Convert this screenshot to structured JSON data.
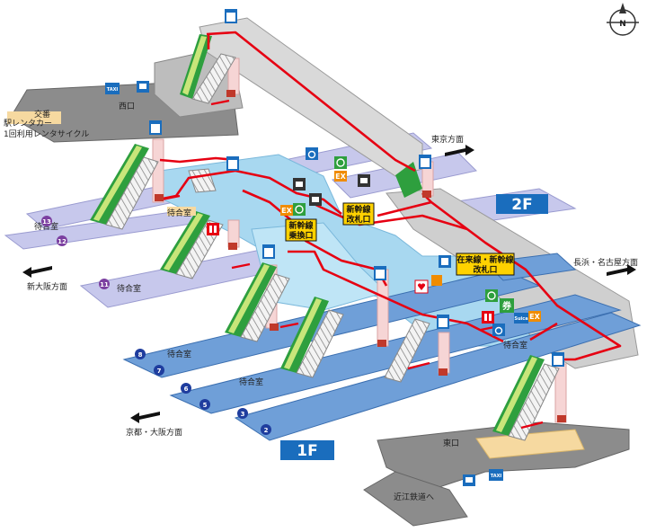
{
  "floors": {
    "upper": "2F",
    "lower": "1F"
  },
  "labels": {
    "west_exit": "西口",
    "east_exit": "東口",
    "koban": "交番",
    "rental_car": "駅レンタカー",
    "bicycle_rental": "1回利用レンタサイクル",
    "tokyo_dir": "東京方面",
    "nagahama_dir": "長浜・名古屋方面",
    "shin_osaka_dir": "新大阪方面",
    "kyoto_dir": "京都・大阪方面",
    "omi_railway": "近江鉄道へ",
    "waiting_room": "待合室"
  },
  "gates": {
    "shinkansen_transfer": [
      "新幹線",
      "乗換口"
    ],
    "shinkansen_gate": [
      "新幹線",
      "改札口"
    ],
    "conventional_gate": [
      "在来線・新幹線",
      "改札口"
    ]
  },
  "platforms": [
    "13",
    "12",
    "11",
    "8",
    "7",
    "6",
    "5",
    "3",
    "2"
  ],
  "icons": {
    "ticket": "券",
    "ex": "EX",
    "taxi": "TAXI",
    "suica": "Suica"
  },
  "colors": {
    "floor_2f": "#a8d8f0",
    "concourse": "#d9d9d9",
    "platform_upper": "#c7c8ec",
    "platform_lower": "#6f9fd8",
    "route": "#e60012",
    "floor_badge": "#1a6dbd",
    "gate_badge": "#ffd200",
    "escalator": "#2e9f3e",
    "shaft": "#f6d5d5"
  },
  "compass": "N"
}
